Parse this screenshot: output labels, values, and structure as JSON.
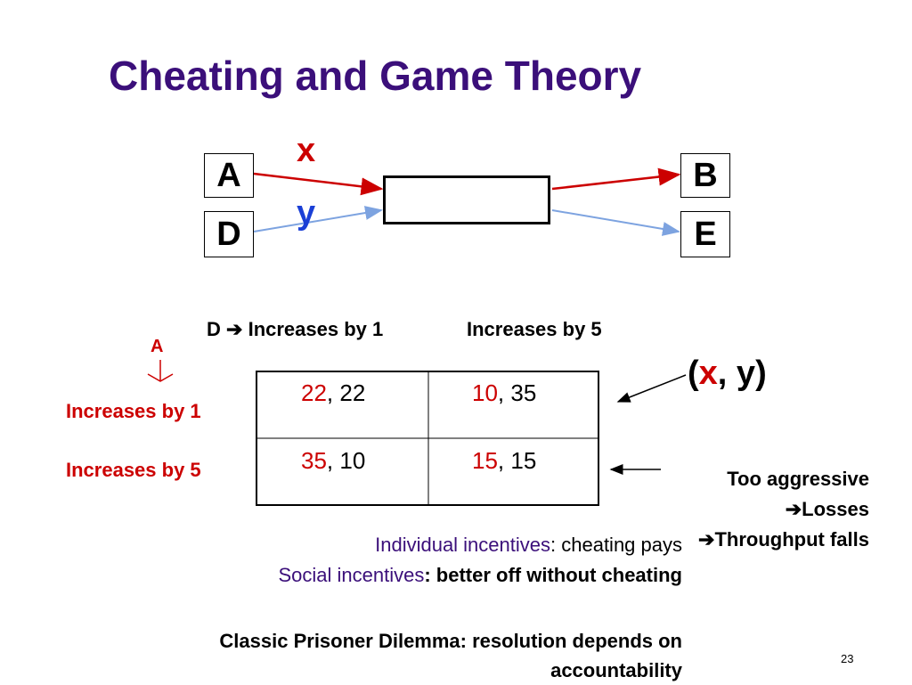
{
  "slide": {
    "title": "Cheating and Game Theory",
    "page_number": "23"
  },
  "diagram": {
    "nodes": {
      "a": "A",
      "b": "B",
      "d": "D",
      "e": "E"
    },
    "flow_x": "x",
    "flow_y": "y",
    "colors": {
      "flow_x": "#cc0000",
      "flow_y": "#7da3e0",
      "title": "#3b0f7a"
    }
  },
  "matrix": {
    "col_header_prefix": "D",
    "col_header_1": "Increases by 1",
    "col_header_2": "Increases by 5",
    "row_player": "A",
    "row_1": "Increases by 1",
    "row_2": "Increases by 5",
    "cells": [
      [
        {
          "x": "22",
          "y": "22"
        },
        {
          "x": "10",
          "y": "35"
        }
      ],
      [
        {
          "x": "35",
          "y": "10"
        },
        {
          "x": "15",
          "y": "15"
        }
      ]
    ],
    "sep": ", ",
    "legend_open": "(",
    "legend_x": "x",
    "legend_sep": ", ",
    "legend_y": "y",
    "legend_close": ")"
  },
  "note": {
    "line1": "Too aggressive",
    "line2": "Losses",
    "line3": "Throughput falls"
  },
  "text": {
    "individual_label": "Individual incentives",
    "individual_rest": ":  cheating pays",
    "social_label": "Social incentives",
    "social_rest": ": better off without cheating",
    "classic_line1": "Classic Prisoner Dilemma: resolution depends on",
    "classic_line2": "accountability"
  }
}
